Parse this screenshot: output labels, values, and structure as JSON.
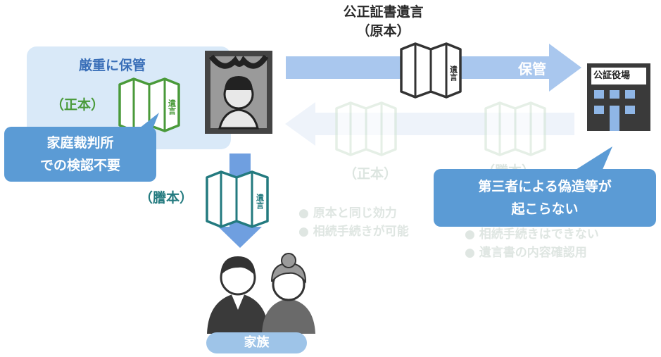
{
  "title": {
    "line1": "公正証書遺言",
    "line2": "（原本）"
  },
  "labels": {
    "kept": "厳重に保管",
    "seihon": "（正本）",
    "tohon": "（謄本）",
    "hokan": "保管",
    "faded_seihon": "（正本）",
    "faded_tohon": "（謄本）",
    "family": "家族",
    "office_sign": "公証役場"
  },
  "callouts": {
    "court": {
      "line1": "家庭裁判所",
      "line2": "での検認不要"
    },
    "third": {
      "line1": "第三者による偽造等が",
      "line2": "起こらない"
    }
  },
  "bullets": {
    "b1": "● 原本と同じ効力",
    "b2": "● 相続手続きが可能",
    "b3": "● 相続手続きはできない",
    "b4": "● 遺言書の内容確認用"
  },
  "doc_label": "遺言",
  "colors": {
    "blue": "#5b9bd5",
    "panel": "#d9e9f8",
    "green": "#4a9a3a",
    "teal": "#237a7f",
    "arrow": "#8fb6e6",
    "faded": "#e8ecea"
  }
}
